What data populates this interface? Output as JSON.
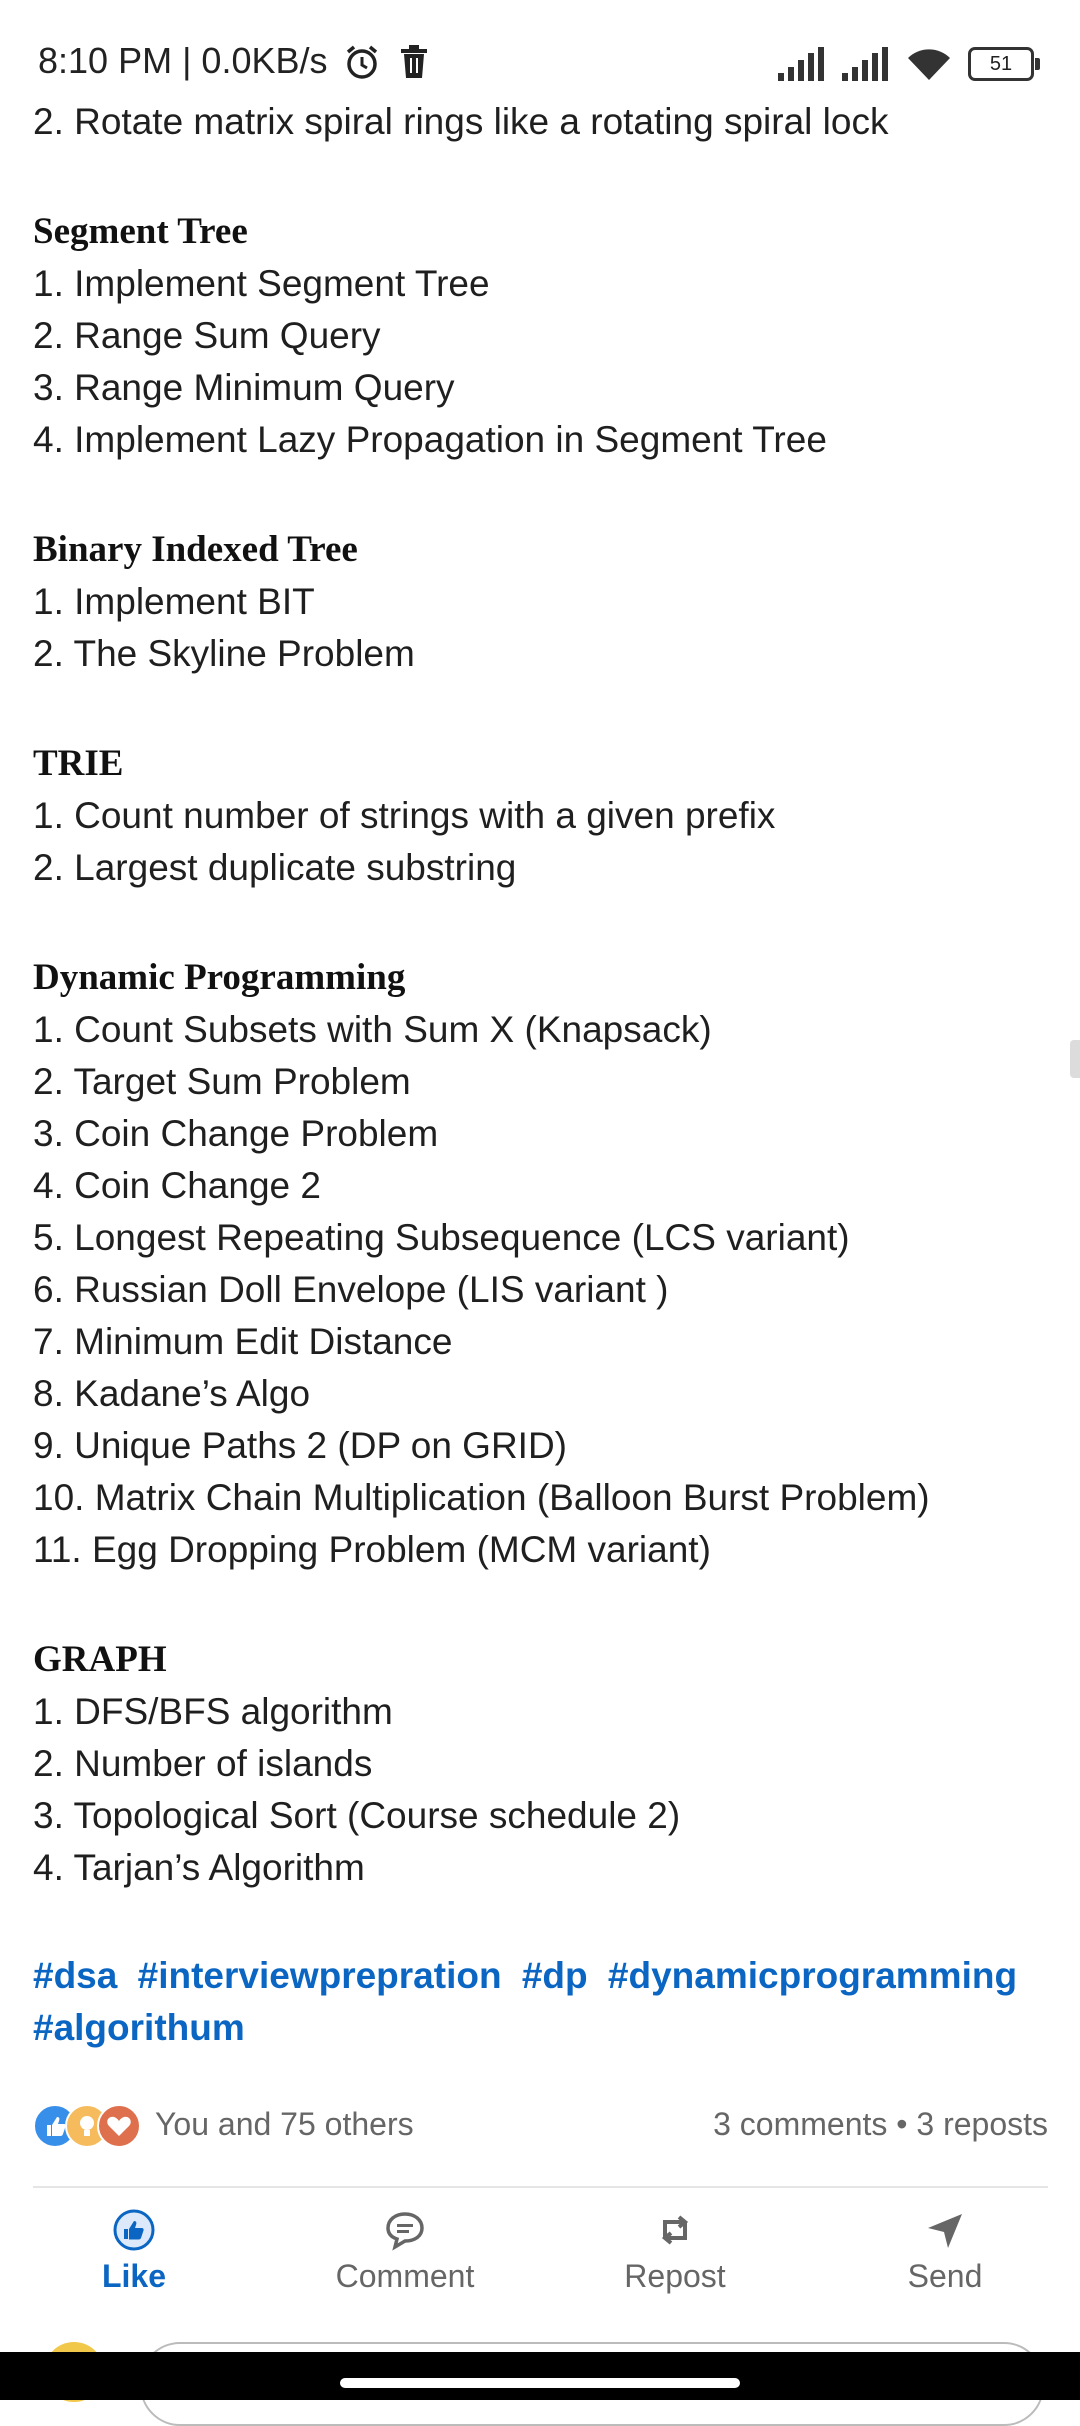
{
  "status_bar": {
    "time_text": "8:10 PM | 0.0KB/s",
    "battery": "51",
    "icons": [
      "alarm-icon",
      "trash-icon",
      "signal-icon",
      "signal-icon",
      "wifi-icon",
      "battery-icon"
    ]
  },
  "post": {
    "top_line": "2. Rotate matrix spiral rings like a rotating spiral lock",
    "sections": [
      {
        "heading": "Segment Tree",
        "items": [
          "1. Implement Segment Tree",
          "2. Range Sum Query",
          "3. Range Minimum Query",
          "4. Implement Lazy Propagation in Segment Tree"
        ]
      },
      {
        "heading": "Binary Indexed Tree",
        "items": [
          "1. Implement BIT",
          "2. The Skyline Problem"
        ]
      },
      {
        "heading": "TRIE",
        "items": [
          "1. Count number of strings with a given prefix",
          "2. Largest duplicate substring"
        ]
      },
      {
        "heading": "Dynamic Programming",
        "items": [
          "1. Count Subsets with Sum X (Knapsack)",
          "2. Target Sum Problem",
          "3. Coin Change Problem",
          "4. Coin Change 2",
          "5. Longest Repeating Subsequence (LCS variant)",
          "6. Russian Doll Envelope (LIS variant )",
          "7. Minimum Edit Distance",
          "8. Kadane’s Algo",
          "9. Unique Paths 2 (DP on GRID)",
          "10. Matrix Chain Multiplication (Balloon Burst Problem)",
          "11. Egg Dropping Problem (MCM variant)"
        ]
      },
      {
        "heading": "GRAPH",
        "items": [
          "1. DFS/BFS algorithm",
          "2. Number of islands",
          "3. Topological Sort (Course schedule 2)",
          "4. Tarjan’s Algorithm"
        ]
      }
    ],
    "hashtags": [
      "#dsa",
      "#interviewprepration",
      "#dp",
      "#dynamicprogramming",
      "#algorithum"
    ]
  },
  "social": {
    "reactions_text": "You and 75 others",
    "counts_text": "3 comments • 3 reposts",
    "reaction_icons": [
      "like-reaction-icon",
      "insightful-reaction-icon",
      "love-reaction-icon"
    ]
  },
  "actions": [
    {
      "label": "Like",
      "icon": "like-icon",
      "active": true
    },
    {
      "label": "Comment",
      "icon": "comment-icon",
      "active": false
    },
    {
      "label": "Repost",
      "icon": "repost-icon",
      "active": false
    },
    {
      "label": "Send",
      "icon": "send-icon",
      "active": false
    }
  ],
  "colors": {
    "accent": "#0a66c2",
    "text": "#1f1f1f",
    "muted": "#666666"
  }
}
